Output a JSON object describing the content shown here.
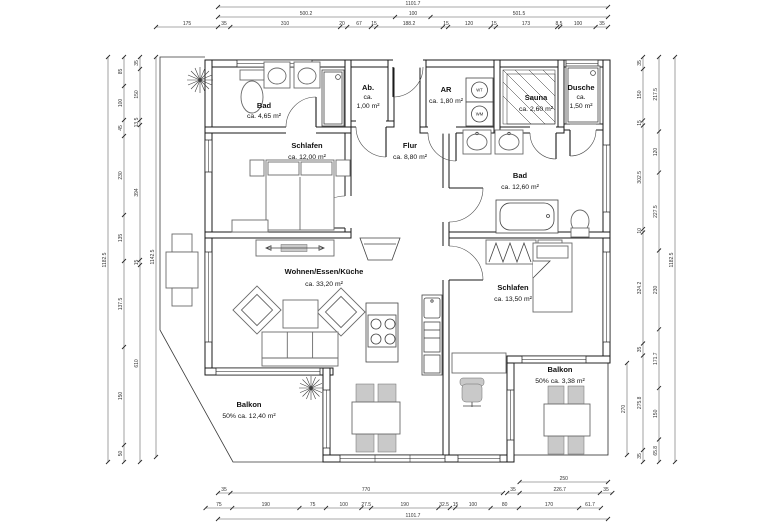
{
  "drawing": {
    "type": "apartment-floor-plan",
    "background": "#ffffff",
    "line_color": "#1a1a1a",
    "dim_color": "#555555"
  },
  "rooms": {
    "bad1": {
      "name": "Bad",
      "area": "ca. 4,65 m²"
    },
    "schlafen1": {
      "name": "Schlafen",
      "area": "ca. 12,00 m²"
    },
    "ab": {
      "name": "Ab.",
      "l2": "ca.",
      "l3": "1,00 m²"
    },
    "ar": {
      "name": "AR",
      "area": "ca. 1,80 m²"
    },
    "sauna": {
      "name": "Sauna",
      "area": "ca. 2,60 m²"
    },
    "dusche": {
      "name": "Dusche",
      "l2": "ca.",
      "l3": "1,50 m²"
    },
    "flur": {
      "name": "Flur",
      "area": "ca. 8,80 m²"
    },
    "bad2": {
      "name": "Bad",
      "area": "ca. 12,60 m²"
    },
    "wohnen": {
      "name": "Wohnen/Essen/Küche",
      "area": "ca. 33,20 m²"
    },
    "schlafen2": {
      "name": "Schlafen",
      "area": "ca. 13,50 m²"
    },
    "balkon1": {
      "name": "Balkon",
      "area": "50% ca. 12,40 m²"
    },
    "balkon2": {
      "name": "Balkon",
      "area": "50% ca. 3,38 m²"
    }
  },
  "appliances": {
    "wt": "WT",
    "wm": "WM"
  },
  "dims": {
    "top_total": "1101.7",
    "top_mid": [
      "500.2",
      "100",
      "501.5"
    ],
    "top_inner": [
      "175",
      "35",
      "310",
      "20",
      "67",
      "15",
      "188.2",
      "15",
      "120",
      "15",
      "173",
      "8.5",
      "100",
      "35"
    ],
    "bottom_row1": [
      "35",
      "770",
      "35",
      "226.7",
      "35"
    ],
    "bottom_right_total": "250",
    "bottom_row2": [
      "75",
      "190",
      "75",
      "100",
      "27.5",
      "190",
      "32.5",
      "15",
      "100",
      "80",
      "170",
      "61.7"
    ],
    "bottom_total": "1101.7",
    "left_outer_total": "1182.5",
    "left_segments_outer": [
      "85",
      "100",
      "45",
      "230",
      "135",
      "137.5",
      "150",
      "50"
    ],
    "left_segments_inner": [
      "35",
      "150",
      "13.5",
      "394",
      "15",
      "610"
    ],
    "left_inner_total": "1142.5",
    "right_balcony": "270",
    "right_segments_inner": [
      "35",
      "150",
      "15",
      "302.5",
      "10",
      "324.2",
      "35",
      "275.8",
      "35"
    ],
    "right_segments_outer": [
      "217.5",
      "120",
      "227.5",
      "230",
      "171.7",
      "150",
      "65.8"
    ],
    "right_outer_total": "1182.5"
  }
}
